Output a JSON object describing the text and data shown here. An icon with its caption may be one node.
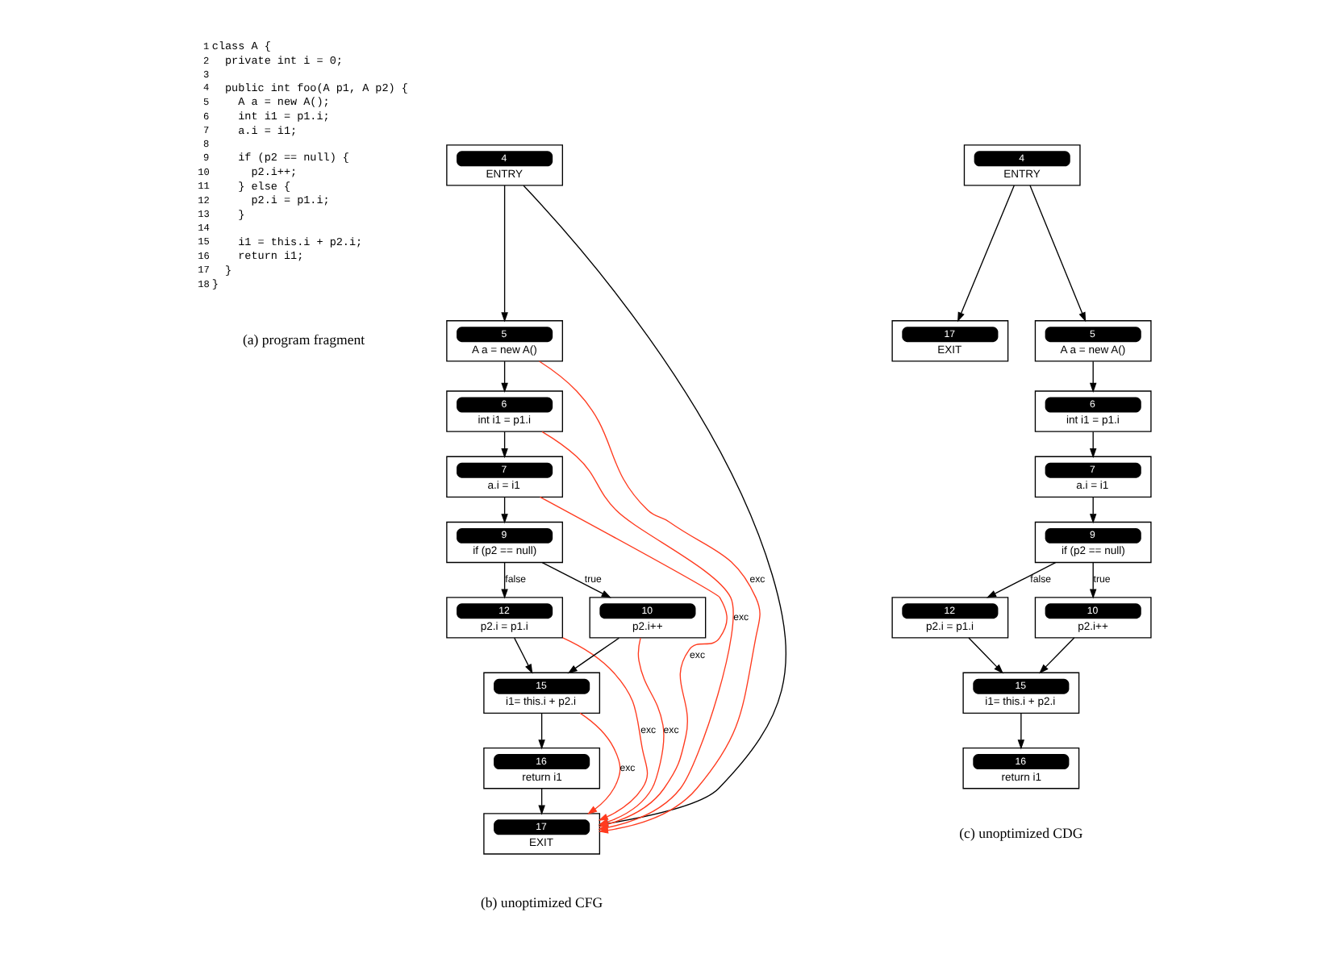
{
  "diagram": {
    "nodes": [
      {
        "text": [
          "4",
          "ENTRY"
        ]
      },
      {
        "text": [
          "5",
          "A a = new A()"
        ]
      },
      {
        "text": [
          "6",
          "int i1 = p1.i"
        ]
      },
      {
        "text": [
          "7",
          "a.i = i1"
        ]
      },
      {
        "text": [
          "9",
          "if (p2 == null)"
        ]
      },
      {
        "text": [
          "12",
          "p2.i = p1.i"
        ]
      },
      {
        "text": [
          "10",
          "p2.i++"
        ]
      },
      {
        "text": [
          "15",
          "i1= this.i + p2.i"
        ]
      },
      {
        "text": [
          "16",
          "return i1"
        ]
      },
      {
        "text": [
          "17",
          "EXIT"
        ]
      },
      {
        "text": [
          "4",
          "ENTRY"
        ]
      },
      {
        "text": [
          "17",
          "EXIT"
        ]
      },
      {
        "text": [
          "5",
          "A a = new A()"
        ]
      },
      {
        "text": [
          "6",
          "int i1 = p1.i"
        ]
      },
      {
        "text": [
          "7",
          "a.i = i1"
        ]
      },
      {
        "text": [
          "9",
          "if (p2 == null)"
        ]
      },
      {
        "text": [
          "12",
          "p2.i = p1.i"
        ]
      },
      {
        "text": [
          "10",
          "p2.i++"
        ]
      },
      {
        "text": [
          "15",
          "i1= this.i + p2.i"
        ]
      },
      {
        "text": [
          "16",
          "return i1"
        ]
      }
    ],
    "edges": [
      {
        "from": 0,
        "to": 1,
        "arrow": "to"
      },
      {
        "from": 1,
        "to": 2,
        "arrow": "to"
      },
      {
        "from": 2,
        "to": 3,
        "arrow": "to"
      },
      {
        "from": 3,
        "to": 4,
        "arrow": "to"
      },
      {
        "from": 4,
        "to": 5,
        "arrow": "to",
        "label": "false"
      },
      {
        "from": 4,
        "to": 6,
        "arrow": "to",
        "label": "true"
      },
      {
        "from": 5,
        "to": 7,
        "arrow": "to"
      },
      {
        "from": 6,
        "to": 7,
        "arrow": "to"
      },
      {
        "from": 7,
        "to": 8,
        "arrow": "to"
      },
      {
        "from": 8,
        "to": 9,
        "arrow": "to"
      },
      {
        "from": 0,
        "to": 9,
        "arrow": "to"
      },
      {
        "from": 1,
        "to": 9,
        "arrow": "to",
        "label": "exc",
        "color": "#ff3b1f"
      },
      {
        "from": 2,
        "to": 9,
        "arrow": "to",
        "label": "exc",
        "color": "#ff3b1f"
      },
      {
        "from": 3,
        "to": 9,
        "arrow": "to",
        "label": "exc",
        "color": "#ff3b1f"
      },
      {
        "from": 5,
        "to": 9,
        "arrow": "to",
        "label": "exc",
        "color": "#ff3b1f"
      },
      {
        "from": 7,
        "to": 9,
        "arrow": "to",
        "label": "exc",
        "color": "#ff3b1f"
      },
      {
        "from": 6,
        "to": 9,
        "arrow": "to",
        "label": "exc",
        "color": "#ff3b1f"
      },
      {
        "from": 10,
        "to": 12,
        "arrow": "to"
      },
      {
        "from": 10,
        "to": 11,
        "arrow": "to"
      },
      {
        "from": 12,
        "to": 13,
        "arrow": "to"
      },
      {
        "from": 13,
        "to": 14,
        "arrow": "to"
      },
      {
        "from": 14,
        "to": 15,
        "arrow": "to"
      },
      {
        "from": 15,
        "to": 16,
        "arrow": "to",
        "label": "false"
      },
      {
        "from": 15,
        "to": 17,
        "arrow": "to",
        "label": "true"
      },
      {
        "from": 16,
        "to": 18,
        "arrow": "to"
      },
      {
        "from": 17,
        "to": 18,
        "arrow": "to"
      },
      {
        "from": 18,
        "to": 19,
        "arrow": "to"
      }
    ],
    "labels": [
      "1",
      "class A {",
      "2",
      "private int i = 0;",
      "3",
      "4",
      "public int foo(A p1, A p2) {",
      "5",
      "A a = new A();",
      "6",
      "int i1 = p1.i;",
      "7",
      "a.i = i1;",
      "8",
      "9",
      "if (p2 == null) {",
      "10",
      "p2.i++;",
      "11",
      "} else {",
      "12",
      "p2.i = p1.i;",
      "13",
      "}",
      "14",
      "15",
      "i1 = this.i + p2.i;",
      "16",
      "return i1;",
      "17",
      "}",
      "18",
      "}",
      "(a) program fragment",
      "(c) unoptimized CDG",
      "(b) unoptimized CFG"
    ]
  }
}
